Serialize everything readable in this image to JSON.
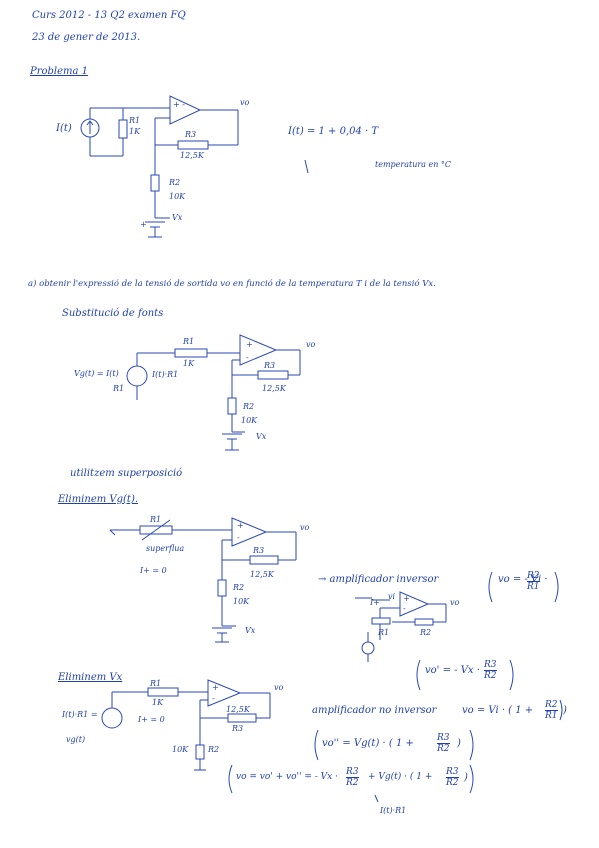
{
  "header": {
    "line1": "Curs 2012 - 13  Q2  examen FQ",
    "line2": "23 de gener de 2013."
  },
  "problem_title": "Problema 1",
  "circuit1": {
    "source": "I(t)",
    "R1": "R1",
    "R1_val": "1K",
    "R3": "R3",
    "R3_val": "12,5K",
    "R2": "R2",
    "R2_val": "10K",
    "vo": "vo",
    "vx": "Vx",
    "plus": "+",
    "minus": "-",
    "ipm": "+ -"
  },
  "formula1": "I(t) = 1 + 0,04 · T",
  "temp_note": "temperatura en °C",
  "question": "a) obtenir l'expressió de la tensió de sortida vo en funció de la temperatura T i de la tensió Vx.",
  "subst_title": "Substitució de fonts",
  "circuit2": {
    "vg_left": "Vg(t) = I(t)",
    "vg_den": "R1",
    "src_right": "I(t)·R1",
    "R1": "R1",
    "R1_val": "1K",
    "R3": "R3",
    "R3_val": "12,5K",
    "R2": "R2",
    "R2_val": "10K",
    "vo": "vo",
    "vx": "Vx",
    "plus": "+",
    "minus": "-"
  },
  "superposition": "utilitzem superposició",
  "elim_vg_title": "Eliminem Vg(t).",
  "circuit3": {
    "R1": "R1",
    "superflua": "superflua",
    "ip": "I+ = 0",
    "R3": "R3",
    "R3_val": "12,5K",
    "R2": "R2",
    "R2_val": "10K",
    "vo": "vo",
    "vx": "Vx",
    "plus": "+",
    "minus": "-"
  },
  "inv_note": "→ amplificador inversor",
  "inv_formula": "vo = - Vi ·",
  "inv_num": "R2",
  "inv_den": "R1",
  "small_circuit": {
    "vi": "vi",
    "vo": "vo",
    "R1": "R1",
    "R2": "R2",
    "iplus": "I+",
    "plus": "+",
    "minus": "-"
  },
  "vo1_formula": "vo' = - Vx ·",
  "vo1_num": "R3",
  "vo1_den": "R2",
  "elim_vx_title": "Eliminem Vx",
  "circuit4": {
    "left": "I(t)·R1 =",
    "left2": "vg(t)",
    "R1": "R1",
    "R1_val": "1K",
    "ip": "I+ = 0",
    "R3": "R3",
    "R3_val": "12,5K",
    "R2": "R2",
    "R2_val": "10K",
    "vo": "vo",
    "plus": "+",
    "minus": "-"
  },
  "noninv_note": "amplificador no inversor",
  "noninv_formula": "vo = Vi · ( 1 +",
  "noninv_num": "R2",
  "noninv_den": "R1",
  "noninv_close": ")",
  "vo2_formula": "vo'' = Vg(t) · ( 1 +",
  "vo2_num": "R3",
  "vo2_den": "R2",
  "vo2_close": ")",
  "final_left": "vo = vo' + vo'' = - Vx ·",
  "final_num1": "R3",
  "final_den1": "R2",
  "final_mid": "+ Vg(t) · ( 1 +",
  "final_num2": "R3",
  "final_den2": "R2",
  "final_close": ")",
  "final_sub": "I(t)·R1"
}
